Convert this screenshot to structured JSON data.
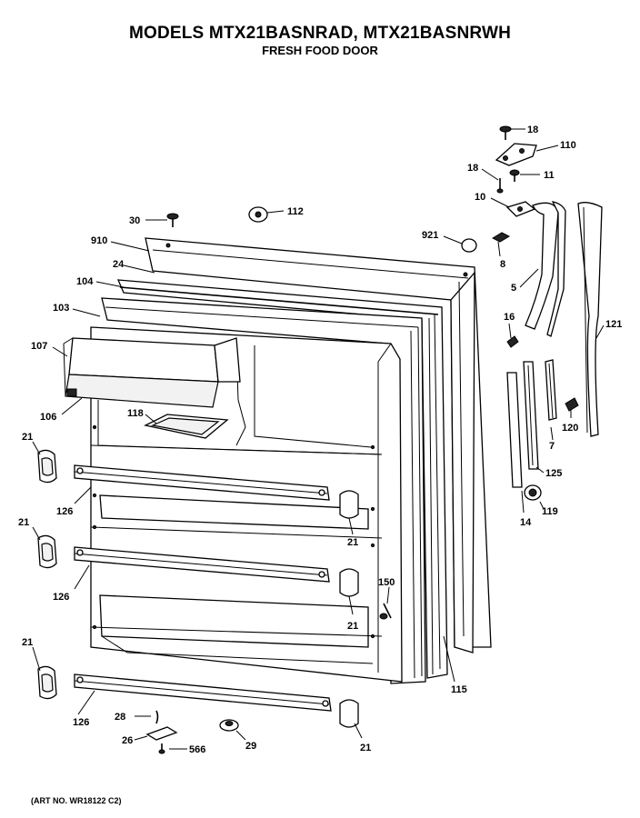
{
  "title": "MODELS MTX21BASNRAD, MTX21BASNRWH",
  "subtitle": "FRESH FOOD DOOR",
  "art_no": "(ART NO. WR18122 C2)",
  "callouts": {
    "c18a": "18",
    "c110": "110",
    "c18b": "18",
    "c11": "11",
    "c10": "10",
    "c30": "30",
    "c112": "112",
    "c921": "921",
    "c910": "910",
    "c8": "8",
    "c24": "24",
    "c104": "104",
    "c5": "5",
    "c103": "103",
    "c16": "16",
    "c121": "121",
    "c107": "107",
    "c118": "118",
    "c106": "106",
    "c120": "120",
    "c7": "7",
    "c21a": "21",
    "c125": "125",
    "c126a": "126",
    "c119": "119",
    "c14": "14",
    "c21b": "21",
    "c21c": "21",
    "c150": "150",
    "c126b": "126",
    "c21d": "21",
    "c21e": "21",
    "c115": "115",
    "c126c": "126",
    "c28": "28",
    "c26": "26",
    "c566": "566",
    "c29": "29",
    "c21f": "21"
  }
}
